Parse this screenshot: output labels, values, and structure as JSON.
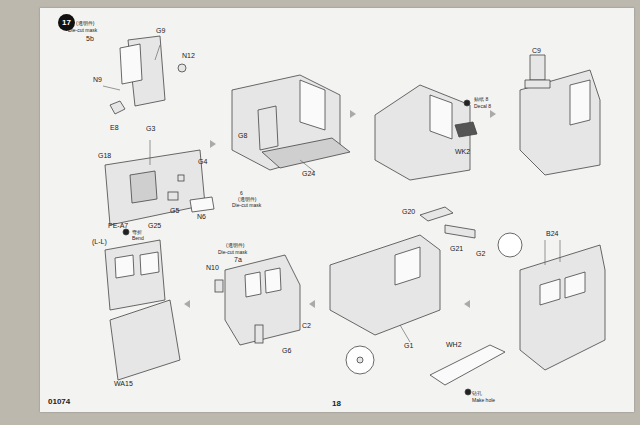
{
  "diagram": {
    "nodes": [
      {
        "text": [
          "17"
        ]
      }
    ],
    "labels": [
      "(透明件)",
      "Die-cut mask",
      "5b",
      "G9",
      "N12",
      "N9",
      "E8",
      "G3",
      "G18",
      "G4",
      "G5",
      "6",
      "(透明件)",
      "Die-cut mask",
      "N6",
      "PE-A7",
      "弯折",
      "Bend",
      "G25",
      "G8",
      "G24",
      "贴纸 8",
      "Decal 8",
      "WK2",
      "C9",
      "(L-L)",
      "WA15",
      "(透明件)",
      "Die-cut mask",
      "7a",
      "N10",
      "C2",
      "G6",
      "G1",
      "G20",
      "G21",
      "G2",
      "B24",
      "WH2",
      "钻孔",
      "Make hole",
      "01074",
      "18"
    ]
  }
}
